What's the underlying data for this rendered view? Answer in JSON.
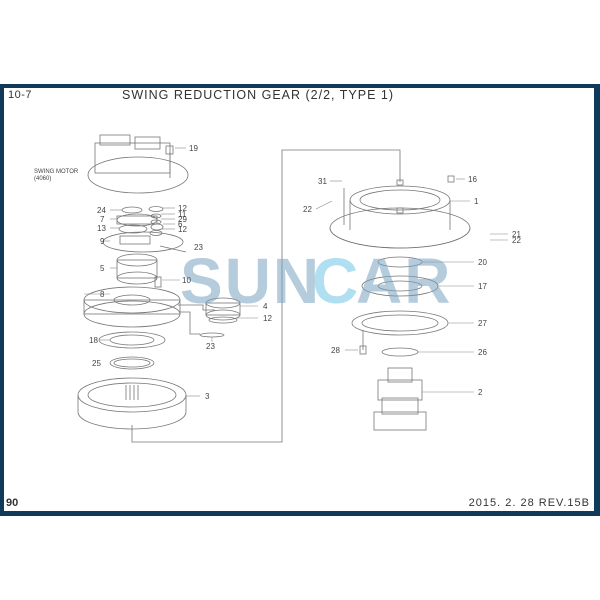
{
  "header": {
    "section_number": "10-7",
    "title": "SWING REDUCTION GEAR (2/2, TYPE 1)"
  },
  "footer": {
    "page_number": "90",
    "revision": "2015. 2. 28  REV.15B"
  },
  "watermark": {
    "text_part1": "SUN",
    "text_part2": "C",
    "text_part3": "AR",
    "color": "#7aa3c0",
    "accent_color": "#6fc6e6"
  },
  "frame_color": "#0f3a5c",
  "diagram": {
    "swing_motor_label": "SWING MOTOR",
    "swing_motor_code": "(4060)",
    "part_callouts": [
      {
        "id": "19"
      },
      {
        "id": "24"
      },
      {
        "id": "7"
      },
      {
        "id": "13"
      },
      {
        "id": "9"
      },
      {
        "id": "12"
      },
      {
        "id": "11"
      },
      {
        "id": "29"
      },
      {
        "id": "6"
      },
      {
        "id": "12b",
        "label": "12"
      },
      {
        "id": "23"
      },
      {
        "id": "5"
      },
      {
        "id": "10"
      },
      {
        "id": "8"
      },
      {
        "id": "4"
      },
      {
        "id": "12c",
        "label": "12"
      },
      {
        "id": "23b",
        "label": "23"
      },
      {
        "id": "18"
      },
      {
        "id": "25"
      },
      {
        "id": "3"
      },
      {
        "id": "31"
      },
      {
        "id": "16"
      },
      {
        "id": "22"
      },
      {
        "id": "1"
      },
      {
        "id": "21"
      },
      {
        "id": "22b",
        "label": "22"
      },
      {
        "id": "20"
      },
      {
        "id": "17"
      },
      {
        "id": "27"
      },
      {
        "id": "28"
      },
      {
        "id": "26"
      },
      {
        "id": "2"
      }
    ],
    "labels": {
      "l19": "19",
      "l24": "24",
      "l7": "7",
      "l13": "13",
      "l9": "9",
      "l12a": "12",
      "l11": "11",
      "l29": "29",
      "l6": "6",
      "l12b": "12",
      "l23a": "23",
      "l5": "5",
      "l10": "10",
      "l8": "8",
      "l4": "4",
      "l12c": "12",
      "l23b": "23",
      "l18": "18",
      "l25": "25",
      "l3": "3",
      "l31": "31",
      "l16": "16",
      "l22a": "22",
      "l1": "1",
      "l21": "21",
      "l22b": "22",
      "l20": "20",
      "l17": "17",
      "l27": "27",
      "l28": "28",
      "l26": "26",
      "l2": "2"
    }
  }
}
